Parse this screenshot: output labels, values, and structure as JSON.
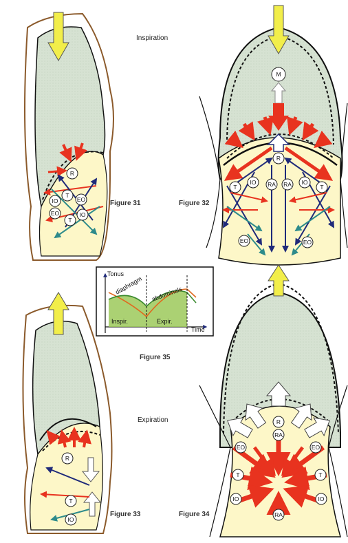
{
  "labels": {
    "inspiration": "Inspiration",
    "expiration": "Expiration"
  },
  "figures": {
    "fig31": "Figure 31",
    "fig32": "Figure 32",
    "fig33": "Figure 33",
    "fig34": "Figure 34",
    "fig35": "Figure 35"
  },
  "muscles": {
    "R": "R",
    "IO": "IO",
    "EO": "EO",
    "T": "T",
    "RA": "RA",
    "M": "M"
  },
  "tonus_chart": {
    "y_label": "Tonus",
    "x_label": "Time",
    "series_diaphragm": "diaphragm",
    "series_abdominals": "abdominals",
    "phase_insp": "Inspir.",
    "phase_exp": "Expir."
  },
  "colors": {
    "thorax_fill": "#d9e4d4",
    "abdomen_fill": "#fdf7c8",
    "yellow_arrow": "#f2ee4a",
    "red": "#e8331f",
    "navy": "#1f2a7a",
    "teal": "#2e8b8b",
    "green_area": "#9cc95a",
    "diaphragm_line": "#e06a1f",
    "abdominal_line": "#3b8a2f"
  }
}
